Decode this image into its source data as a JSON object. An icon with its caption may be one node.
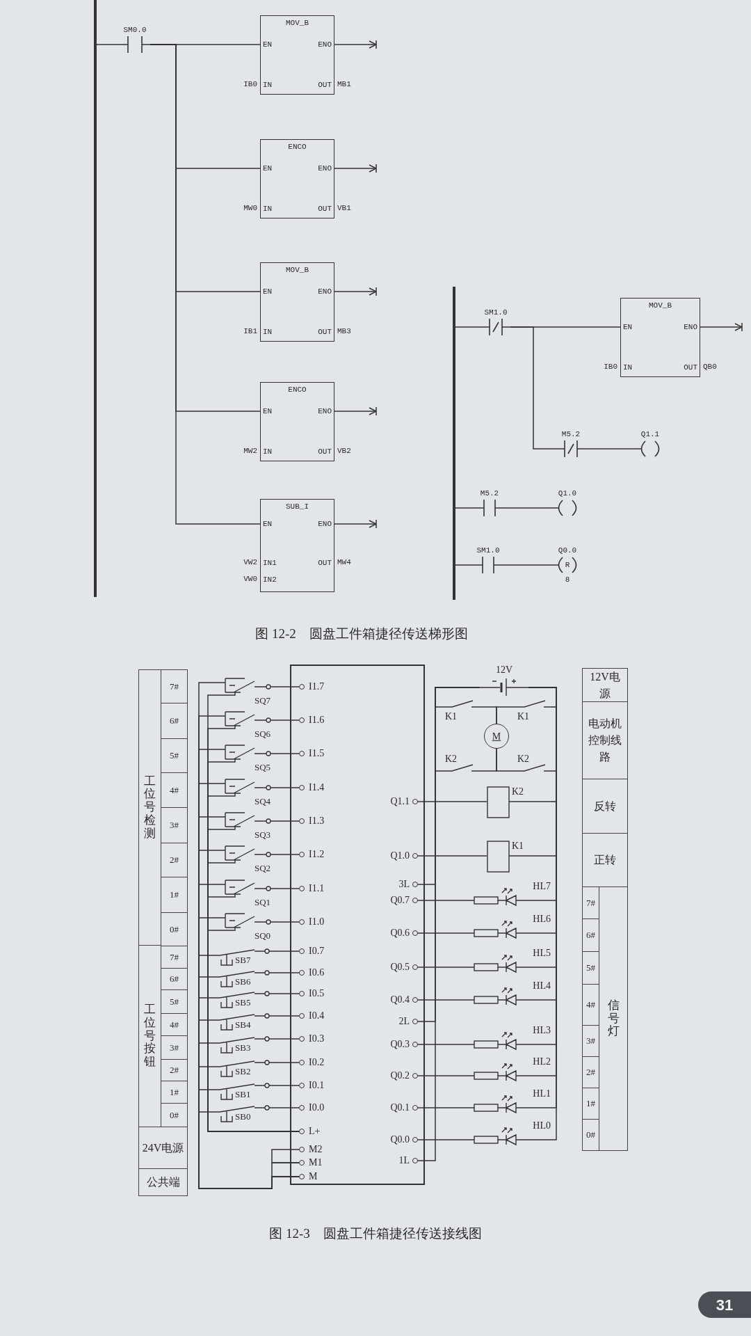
{
  "diagram": {
    "nodes": [
      {
        "text": [],
        "shape": "bar"
      },
      {
        "text": [
          "SM0.0"
        ]
      },
      {
        "text": [
          "MOV_B",
          "EN",
          "ENO",
          "IN",
          "OUT"
        ],
        "beside": [
          "IB0",
          "MB1"
        ]
      },
      {
        "text": [
          "ENCO",
          "EN",
          "ENO",
          "IN",
          "OUT"
        ],
        "beside": [
          "MW0",
          "VB1"
        ]
      },
      {
        "text": [
          "MOV_B",
          "EN",
          "ENO",
          "IN",
          "OUT"
        ],
        "beside": [
          "IB1",
          "MB3"
        ]
      },
      {
        "text": [
          "ENCO",
          "EN",
          "ENO",
          "IN",
          "OUT"
        ],
        "beside": [
          "MW2",
          "VB2"
        ]
      },
      {
        "text": [
          "SUB_I",
          "EN",
          "ENO",
          "IN1",
          "OUT",
          "IN2"
        ],
        "beside": [
          "VW2",
          "MW4",
          "VW0"
        ]
      },
      {
        "text": [],
        "shape": "bar"
      },
      {
        "text": [
          "SM1.0"
        ]
      },
      {
        "text": [
          "MOV_B",
          "EN",
          "ENO",
          "IN",
          "OUT"
        ],
        "beside": [
          "IB0",
          "QB0"
        ]
      },
      {
        "text": [
          "M5.2"
        ]
      },
      {
        "text": [
          "Q1.1"
        ]
      },
      {
        "text": [
          "M5.2"
        ]
      },
      {
        "text": [
          "Q1.0"
        ]
      },
      {
        "text": [
          "SM1.0"
        ]
      },
      {
        "text": [
          "Q0.0",
          "R",
          "8"
        ]
      },
      {
        "text": [],
        "shape": "box"
      },
      {
        "text": [
          "I1.7"
        ],
        "in": 16
      },
      {
        "text": [
          "I1.6"
        ],
        "in": 16
      },
      {
        "text": [
          "I1.5"
        ],
        "in": 16
      },
      {
        "text": [
          "I1.4"
        ],
        "in": 16
      },
      {
        "text": [
          "I1.3"
        ],
        "in": 16
      },
      {
        "text": [
          "I1.2"
        ],
        "in": 16
      },
      {
        "text": [
          "I1.1"
        ],
        "in": 16
      },
      {
        "text": [
          "I1.0"
        ],
        "in": 16
      },
      {
        "text": [
          "I0.7"
        ],
        "in": 16
      },
      {
        "text": [
          "I0.6"
        ],
        "in": 16
      },
      {
        "text": [
          "I0.5"
        ],
        "in": 16
      },
      {
        "text": [
          "I0.4"
        ],
        "in": 16
      },
      {
        "text": [
          "I0.3"
        ],
        "in": 16
      },
      {
        "text": [
          "I0.2"
        ],
        "in": 16
      },
      {
        "text": [
          "I0.1"
        ],
        "in": 16
      },
      {
        "text": [
          "I0.0"
        ],
        "in": 16
      },
      {
        "text": [
          "L+"
        ],
        "in": 16
      },
      {
        "text": [
          "M2"
        ],
        "in": 16
      },
      {
        "text": [
          "M1"
        ],
        "in": 16
      },
      {
        "text": [
          "M"
        ],
        "in": 16
      },
      {
        "text": [
          "Q1.1"
        ],
        "in": 16
      },
      {
        "text": [
          "Q1.0"
        ],
        "in": 16
      },
      {
        "text": [
          "3L"
        ],
        "in": 16
      },
      {
        "text": [
          "Q0.7"
        ],
        "in": 16
      },
      {
        "text": [
          "Q0.6"
        ],
        "in": 16
      },
      {
        "text": [
          "Q0.5"
        ],
        "in": 16
      },
      {
        "text": [
          "Q0.4"
        ],
        "in": 16
      },
      {
        "text": [
          "2L"
        ],
        "in": 16
      },
      {
        "text": [
          "Q0.3"
        ],
        "in": 16
      },
      {
        "text": [
          "Q0.2"
        ],
        "in": 16
      },
      {
        "text": [
          "Q0.1"
        ],
        "in": 16
      },
      {
        "text": [
          "Q0.0"
        ],
        "in": 16
      },
      {
        "text": [
          "1L"
        ],
        "in": 16
      },
      {
        "text": [
          "SQ7"
        ]
      },
      {
        "text": [
          "SQ6"
        ]
      },
      {
        "text": [
          "SQ5"
        ]
      },
      {
        "text": [
          "SQ4"
        ]
      },
      {
        "text": [
          "SQ3"
        ]
      },
      {
        "text": [
          "SQ2"
        ]
      },
      {
        "text": [
          "SQ1"
        ]
      },
      {
        "text": [
          "SQ0"
        ]
      },
      {
        "text": [
          "SB7"
        ]
      },
      {
        "text": [
          "SB6"
        ]
      },
      {
        "text": [
          "SB5"
        ]
      },
      {
        "text": [
          "SB4"
        ]
      },
      {
        "text": [
          "SB3"
        ]
      },
      {
        "text": [
          "SB2"
        ]
      },
      {
        "text": [
          "SB1"
        ]
      },
      {
        "text": [
          "SB0"
        ]
      },
      {
        "text": [
          "12V"
        ]
      },
      {
        "text": [
          "K1"
        ]
      },
      {
        "text": [
          "K1"
        ]
      },
      {
        "text": [
          "M"
        ]
      },
      {
        "text": [
          "K2"
        ]
      },
      {
        "text": [
          "K2"
        ]
      },
      {
        "text": [
          "K2"
        ]
      },
      {
        "text": [
          "K1"
        ]
      },
      {
        "text": [
          "HL7"
        ]
      },
      {
        "text": [
          "HL6"
        ]
      },
      {
        "text": [
          "HL5"
        ]
      },
      {
        "text": [
          "HL4"
        ]
      },
      {
        "text": [
          "HL3"
        ]
      },
      {
        "text": [
          "HL2"
        ]
      },
      {
        "text": [
          "HL1"
        ]
      },
      {
        "text": [
          "HL0"
        ]
      }
    ],
    "edges": [
      {
        "from": 0,
        "to": 1,
        "arrow": "none"
      },
      {
        "from": 1,
        "to": 2,
        "arrow": "none"
      },
      {
        "from": 1,
        "to": 3,
        "arrow": "none"
      },
      {
        "from": 1,
        "to": 4,
        "arrow": "none"
      },
      {
        "from": 1,
        "to": 5,
        "arrow": "none"
      },
      {
        "from": 1,
        "to": 6,
        "arrow": "none"
      },
      {
        "from": 2,
        "to": null,
        "arrow": "to"
      },
      {
        "from": 3,
        "to": null,
        "arrow": "to"
      },
      {
        "from": 4,
        "to": null,
        "arrow": "to"
      },
      {
        "from": 5,
        "to": null,
        "arrow": "to"
      },
      {
        "from": 6,
        "to": null,
        "arrow": "to"
      },
      {
        "from": 7,
        "to": 8,
        "arrow": "none"
      },
      {
        "from": 8,
        "to": 9,
        "arrow": "none"
      },
      {
        "from": 9,
        "to": null,
        "arrow": "to"
      },
      {
        "from": 8,
        "to": 10,
        "arrow": "none"
      },
      {
        "from": 10,
        "to": 11,
        "arrow": "none"
      },
      {
        "from": 7,
        "to": 12,
        "arrow": "none"
      },
      {
        "from": 12,
        "to": 13,
        "arrow": "none"
      },
      {
        "from": 7,
        "to": 14,
        "arrow": "none"
      },
      {
        "from": 14,
        "to": 15,
        "arrow": "none"
      },
      {
        "from": 50,
        "to": 17,
        "arrow": "none"
      },
      {
        "from": 51,
        "to": 18,
        "arrow": "none"
      },
      {
        "from": 52,
        "to": 19,
        "arrow": "none"
      },
      {
        "from": 53,
        "to": 20,
        "arrow": "none"
      },
      {
        "from": 54,
        "to": 21,
        "arrow": "none"
      },
      {
        "from": 55,
        "to": 22,
        "arrow": "none"
      },
      {
        "from": 56,
        "to": 23,
        "arrow": "none"
      },
      {
        "from": 57,
        "to": 24,
        "arrow": "none"
      },
      {
        "from": 50,
        "to": 36,
        "arrow": "none"
      },
      {
        "from": 51,
        "to": 36,
        "arrow": "none"
      },
      {
        "from": 52,
        "to": 36,
        "arrow": "none"
      },
      {
        "from": 53,
        "to": 36,
        "arrow": "none"
      },
      {
        "from": 54,
        "to": 36,
        "arrow": "none"
      },
      {
        "from": 55,
        "to": 36,
        "arrow": "none"
      },
      {
        "from": 56,
        "to": 36,
        "arrow": "none"
      },
      {
        "from": 57,
        "to": 36,
        "arrow": "none"
      },
      {
        "from": 50,
        "to": 33,
        "arrow": "none"
      },
      {
        "from": 51,
        "to": 33,
        "arrow": "none"
      },
      {
        "from": 52,
        "to": 33,
        "arrow": "none"
      },
      {
        "from": 53,
        "to": 33,
        "arrow": "none"
      },
      {
        "from": 54,
        "to": 33,
        "arrow": "none"
      },
      {
        "from": 55,
        "to": 33,
        "arrow": "none"
      },
      {
        "from": 56,
        "to": 33,
        "arrow": "none"
      },
      {
        "from": 57,
        "to": 33,
        "arrow": "none"
      },
      {
        "from": 58,
        "to": 25,
        "arrow": "none"
      },
      {
        "from": 59,
        "to": 26,
        "arrow": "none"
      },
      {
        "from": 60,
        "to": 27,
        "arrow": "none"
      },
      {
        "from": 61,
        "to": 28,
        "arrow": "none"
      },
      {
        "from": 62,
        "to": 29,
        "arrow": "none"
      },
      {
        "from": 63,
        "to": 30,
        "arrow": "none"
      },
      {
        "from": 64,
        "to": 31,
        "arrow": "none"
      },
      {
        "from": 65,
        "to": 32,
        "arrow": "none"
      },
      {
        "from": 58,
        "to": 36,
        "arrow": "none"
      },
      {
        "from": 59,
        "to": 36,
        "arrow": "none"
      },
      {
        "from": 60,
        "to": 36,
        "arrow": "none"
      },
      {
        "from": 61,
        "to": 36,
        "arrow": "none"
      },
      {
        "from": 62,
        "to": 36,
        "arrow": "none"
      },
      {
        "from": 63,
        "to": 36,
        "arrow": "none"
      },
      {
        "from": 64,
        "to": 36,
        "arrow": "none"
      },
      {
        "from": 65,
        "to": 36,
        "arrow": "none"
      },
      {
        "from": 34,
        "to": 35,
        "arrow": "none"
      },
      {
        "from": 35,
        "to": 36,
        "arrow": "none"
      },
      {
        "from": 67,
        "to": 66,
        "arrow": "none"
      },
      {
        "from": 70,
        "to": 66,
        "arrow": "none"
      },
      {
        "from": 67,
        "to": 69,
        "arrow": "none"
      },
      {
        "from": 69,
        "to": 68,
        "arrow": "none"
      },
      {
        "from": 70,
        "to": 69,
        "arrow": "none"
      },
      {
        "from": 69,
        "to": 71,
        "arrow": "none"
      },
      {
        "from": 68,
        "to": 66,
        "arrow": "none"
      },
      {
        "from": 71,
        "to": 66,
        "arrow": "none"
      },
      {
        "from": 37,
        "to": 72,
        "arrow": "none"
      },
      {
        "from": 38,
        "to": 73,
        "arrow": "none"
      },
      {
        "from": 72,
        "to": 66,
        "arrow": "none"
      },
      {
        "from": 73,
        "to": 66,
        "arrow": "none"
      },
      {
        "from": 40,
        "to": 74,
        "arrow": "none"
      },
      {
        "from": 41,
        "to": 75,
        "arrow": "none"
      },
      {
        "from": 42,
        "to": 76,
        "arrow": "none"
      },
      {
        "from": 43,
        "to": 77,
        "arrow": "none"
      },
      {
        "from": 45,
        "to": 78,
        "arrow": "none"
      },
      {
        "from": 46,
        "to": 79,
        "arrow": "none"
      },
      {
        "from": 47,
        "to": 80,
        "arrow": "none"
      },
      {
        "from": 48,
        "to": 81,
        "arrow": "none"
      },
      {
        "from": 74,
        "to": 66,
        "arrow": "none"
      },
      {
        "from": 75,
        "to": 66,
        "arrow": "none"
      },
      {
        "from": 76,
        "to": 66,
        "arrow": "none"
      },
      {
        "from": 77,
        "to": 66,
        "arrow": "none"
      },
      {
        "from": 78,
        "to": 66,
        "arrow": "none"
      },
      {
        "from": 79,
        "to": 66,
        "arrow": "none"
      },
      {
        "from": 80,
        "to": 66,
        "arrow": "none"
      },
      {
        "from": 81,
        "to": 66,
        "arrow": "none"
      },
      {
        "from": 39,
        "to": 66,
        "arrow": "none"
      },
      {
        "from": 44,
        "to": 66,
        "arrow": "none"
      },
      {
        "from": 49,
        "to": 66,
        "arrow": "none"
      }
    ],
    "labels": [
      "图 12-2　圆盘工件箱捷径传送梯形图",
      "工位号检测",
      "7#",
      "6#",
      "5#",
      "4#",
      "3#",
      "2#",
      "1#",
      "0#",
      "工位号按钮",
      "7#",
      "6#",
      "5#",
      "4#",
      "3#",
      "2#",
      "1#",
      "0#",
      "24V电源",
      "公共端",
      "12V电源",
      "电动机控制线路",
      "反转",
      "正转",
      "7#",
      "6#",
      "5#",
      "4#",
      "3#",
      "2#",
      "1#",
      "0#",
      "信号灯",
      "图 12-3　圆盘工件箱捷径传送接线图",
      "31"
    ]
  }
}
